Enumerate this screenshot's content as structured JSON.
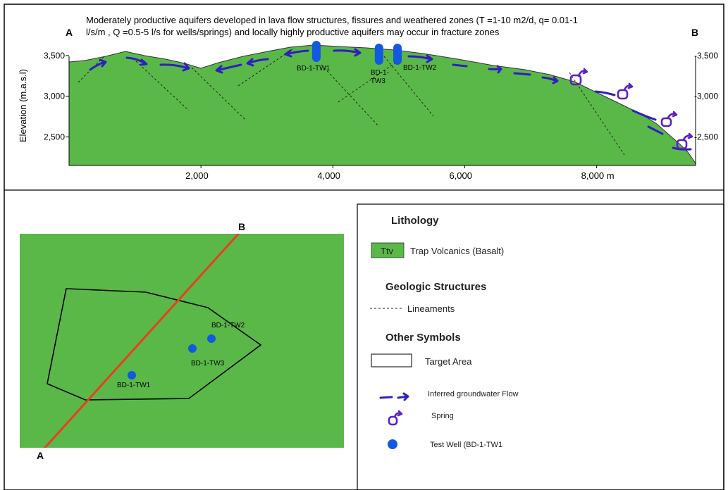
{
  "section": {
    "title_line1": "Moderately productive aquifers developed in lava flow structures, fissures and weathered zones  (T =1-10 m2/d, q= 0.01-1",
    "title_line2": "l/s/m , Q =0.5-5 l/s  for wells/springs) and locally highly productive aquifers may occur in fracture zones",
    "end_left": "A",
    "end_right": "B",
    "ylabel": "Elevation (m.a.s.l)",
    "ylim": [
      2150,
      3750
    ],
    "xlim": [
      0,
      9500
    ],
    "y_ticks": [
      {
        "value": 3500,
        "left_label": "3,500",
        "right_label": "-3,500"
      },
      {
        "value": 3000,
        "left_label": "3,000",
        "right_label": "-3,000"
      },
      {
        "value": 2500,
        "left_label": "2,500",
        "right_label": "-2,500"
      }
    ],
    "x_ticks": [
      {
        "value": 2000,
        "label": "2,000"
      },
      {
        "value": 4000,
        "label": "4,000"
      },
      {
        "value": 6000,
        "label": "6,000"
      },
      {
        "value": 8000,
        "label": "8,000 m"
      }
    ],
    "wells": [
      {
        "name": "BD-1-TW1",
        "label_lines": [
          "BD-1-TW1"
        ],
        "x": 3750
      },
      {
        "name": "BD-1-TW3",
        "label_lines": [
          "BD-1-",
          "TW3"
        ],
        "x": 4700
      },
      {
        "name": "BD-1-TW2",
        "label_lines": [
          "BD-1-TW2"
        ],
        "x": 4980
      }
    ],
    "colors": {
      "basalt": "#5ab849",
      "flow": "#2f1fc0",
      "spring": "#6a1fc0",
      "well": "#1059e0"
    }
  },
  "plan": {
    "end_a": "A",
    "end_b": "B",
    "wells": [
      {
        "name": "BD-1-TW2",
        "label": "BD-1-TW2"
      },
      {
        "name": "BD-1-TW3",
        "label": "BD-1-TW3"
      },
      {
        "name": "BD-1-TW1",
        "label": "BD-1-TW1"
      }
    ],
    "colors": {
      "background": "#5ab849",
      "section_line": "#e8401c",
      "target_outline": "#000000",
      "well": "#1059e0"
    }
  },
  "legend": {
    "lithology_heading": "Lithology",
    "ttv_code": "Ttv",
    "ttv_label": "Trap Volcanics (Basalt)",
    "structures_heading": "Geologic Structures",
    "lineaments_label": "Lineaments",
    "other_heading": "Other Symbols",
    "target_label": "Target Area",
    "flow_label": "Inferred groundwater Flow",
    "spring_label": "Spring",
    "well_label": "Test Well (BD-1-TW1"
  }
}
